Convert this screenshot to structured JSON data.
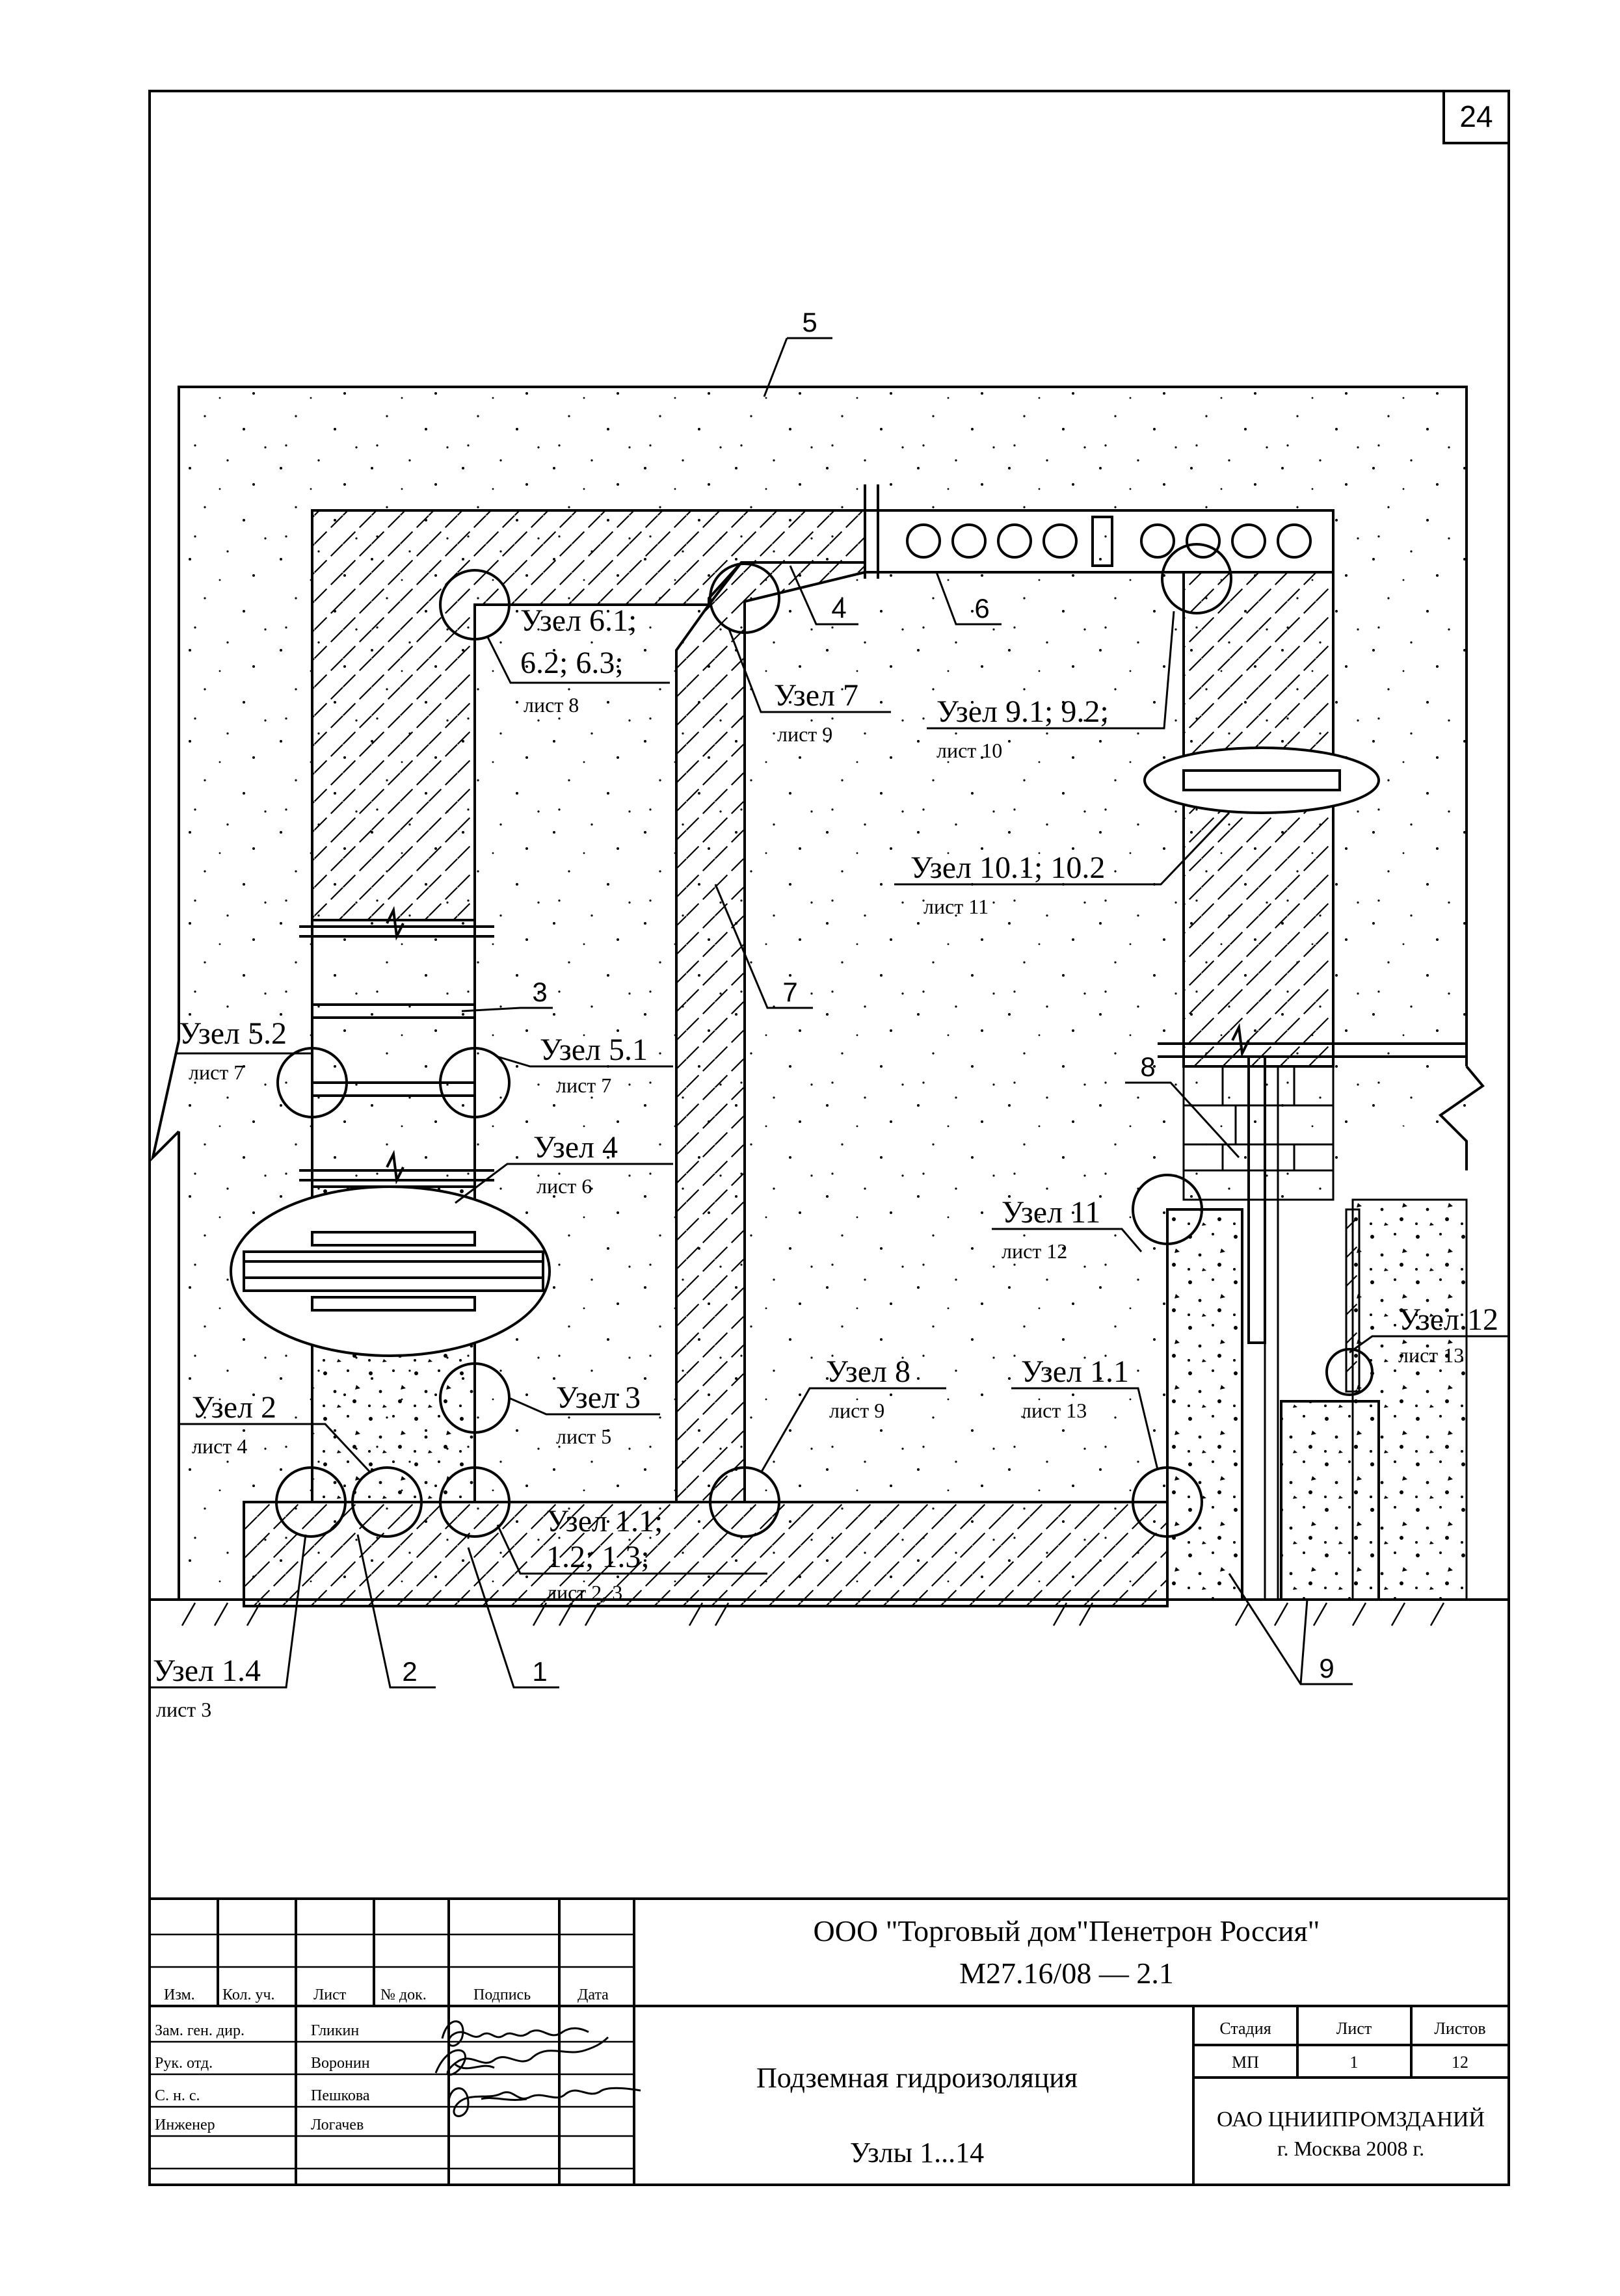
{
  "sheet_number": "24",
  "drawing": {
    "callouts": {
      "c1": "1",
      "c2": "2",
      "c3": "3",
      "c4": "4",
      "c5": "5",
      "c6": "6",
      "c7": "7",
      "c8": "8",
      "c9": "9"
    },
    "nodes": {
      "n61": {
        "l1": "Узел 6.1;",
        "l2": "6.2; 6.3;",
        "sheet": "лист 8"
      },
      "n7": {
        "label": "Узел 7",
        "sheet": "лист 9"
      },
      "n91": {
        "label": "Узел 9.1; 9.2;",
        "sheet": "лист 10"
      },
      "n101": {
        "label": "Узел 10.1; 10.2",
        "sheet": "лист  11"
      },
      "n52": {
        "label": "Узел 5.2",
        "sheet": "лист 7"
      },
      "n51": {
        "label": "Узел 5.1",
        "sheet": "лист  7"
      },
      "n4": {
        "label": "Узел 4",
        "sheet": "лист 6"
      },
      "n11": {
        "label": "Узел 11",
        "sheet": "лист  12"
      },
      "n12": {
        "label": "Узел 12",
        "sheet": "лист  13"
      },
      "n3": {
        "label": "Узел 3",
        "sheet": "лист 5"
      },
      "n2": {
        "label": "Узел 2",
        "sheet": "лист  4"
      },
      "n8": {
        "label": "Узел 8",
        "sheet": "лист 9"
      },
      "n1_1r": {
        "label": "Узел 1.1",
        "sheet": "лист  13"
      },
      "n1_1": {
        "l1": "Узел 1.1;",
        "l2": "1.2; 1.3;",
        "sheet": "лист 2, 3"
      },
      "n14": {
        "label": "Узел 1.4",
        "sheet": "лист 3"
      }
    }
  },
  "title_block": {
    "org": "ООО \"Торговый дом\"Пенетрон Россия\"",
    "code": "М27.16/08   —  2.1",
    "headers": {
      "izm": "Изм.",
      "kol": "Кол. уч.",
      "list": "Лист",
      "ndoc": "№ док.",
      "podpis": "Подпись",
      "data": "Дата"
    },
    "roles": [
      {
        "role": "Зам. ген. дир.",
        "name": "Гликин"
      },
      {
        "role": "Рук. отд.",
        "name": "Воронин"
      },
      {
        "role": "С. н. с.",
        "name": "Пешкова"
      },
      {
        "role": "Инженер",
        "name": "Логачев"
      }
    ],
    "title": "Подземная гидроизоляция",
    "subtitle": "Узлы 1...14",
    "stage_header": "Стадия",
    "sheet_header": "Лист",
    "sheets_header": "Листов",
    "stage": "МП",
    "sheet": "1",
    "sheets": "12",
    "company": "ОАО ЦНИИПРОМЗДАНИЙ",
    "city_year": "г. Москва 2008 г."
  }
}
